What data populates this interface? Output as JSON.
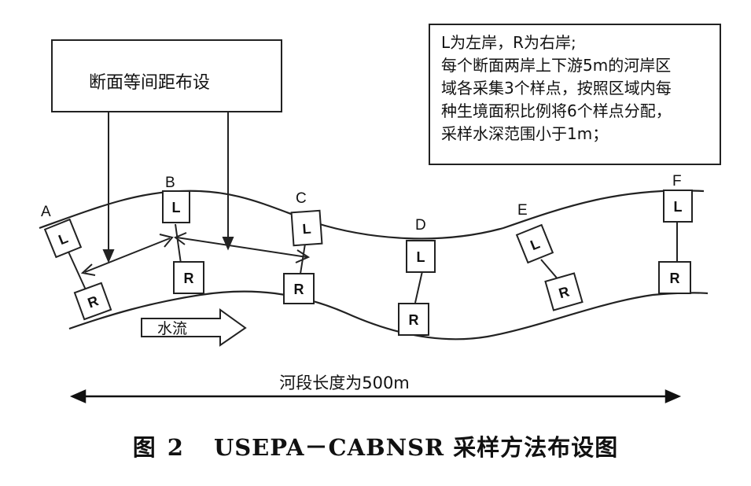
{
  "method_box": {
    "label": "断面等间距布设"
  },
  "note": {
    "lines": [
      "L为左岸，R为右岸;",
      "每个断面两岸上下游5m的河岸区",
      "域各采集3个样点，按照区域内每",
      "种生境面积比例将6个样点分配，",
      "采样水深范围小于1m；"
    ]
  },
  "sections": [
    {
      "name": "A",
      "left": "L",
      "right": "R"
    },
    {
      "name": "B",
      "left": "L",
      "right": "R"
    },
    {
      "name": "C",
      "left": "L",
      "right": "R"
    },
    {
      "name": "D",
      "left": "L",
      "right": "R"
    },
    {
      "name": "E",
      "left": "L",
      "right": "R"
    },
    {
      "name": "F",
      "left": "L",
      "right": "R"
    }
  ],
  "flow_label": "水流",
  "length_label": "河段长度为500m",
  "caption": {
    "fig": "图",
    "num": "2",
    "title": "USEPA－CABNSR 采样方法布设图"
  }
}
